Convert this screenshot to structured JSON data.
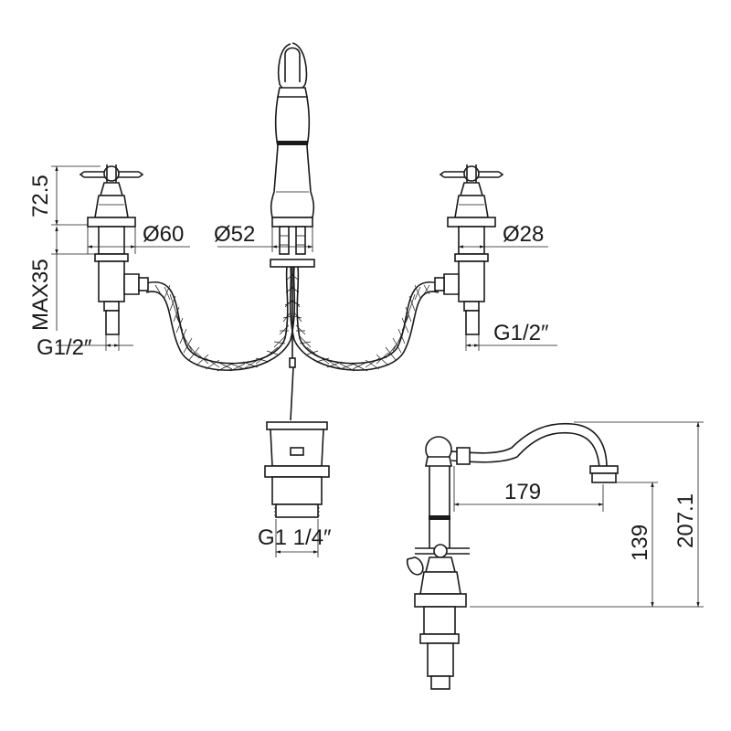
{
  "dimensions": {
    "height_handle": "72.5",
    "max_deck": "MAX35",
    "dia_base": "Ø60",
    "dia_spout": "Ø52",
    "dia_valve": "Ø28",
    "thread_left": "G1/2″",
    "thread_right": "G1/2″",
    "thread_waste": "G1 1/4″",
    "reach": "179",
    "spout_height": "139",
    "total_height": "207.1"
  }
}
